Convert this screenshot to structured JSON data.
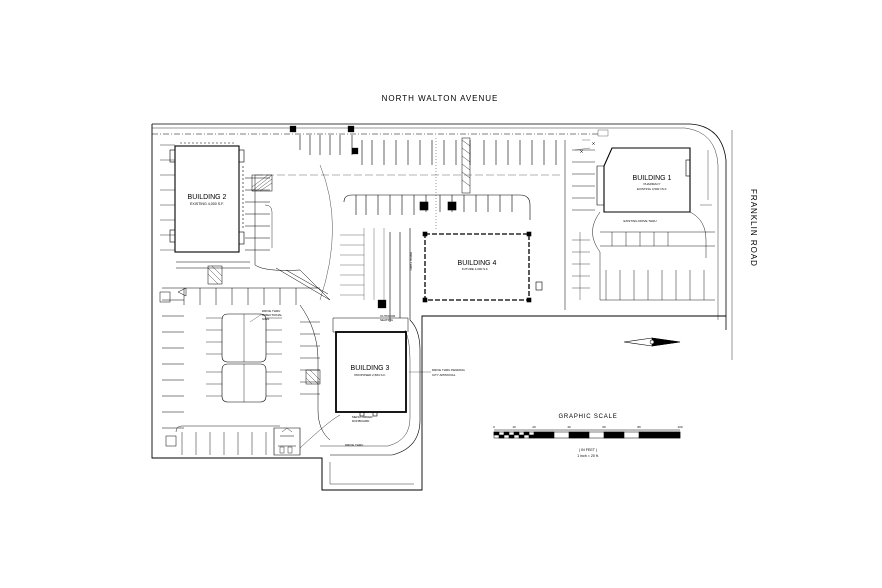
{
  "streets": {
    "north": "NORTH    WALTON    AVENUE",
    "east": "FRANKLIN     ROAD"
  },
  "buildings": [
    {
      "name": "BUILDING 2",
      "sub": "EXISTING   4,000 S.F."
    },
    {
      "name": "BUILDING 1",
      "use": "PHARMACY",
      "sub": "EXISTING 3,500 ±S.F."
    },
    {
      "name": "BUILDING 4",
      "sub": "FUTURE      4,000 S.F."
    },
    {
      "name": "BUILDING 3",
      "sub": "PROPOSED  2,584 S.F."
    }
  ],
  "notes": {
    "existing_drive_thru": "EXISTING DRIVE THRU",
    "drive_thru_sign_1": "DRIVE THRU",
    "drive_thru_sign_2": "DIRECTIONAL",
    "drive_thru_sign_3": "SIGN",
    "outdoor_1": "OUTDOOR",
    "outdoor_2": "SEATING",
    "pending_1": "DRIVE THRU PENDING",
    "pending_2": "CITY APPROVAL",
    "menu_1": "MENU ORDER",
    "menu_2": "DONBOARD",
    "drive_thru_lane": "DRIVE THRU",
    "drive_thru_vertical": "DRIVE THRU"
  },
  "scale": {
    "title": "GRAPHIC   SCALE",
    "ticks": [
      "0",
      "10",
      "20",
      "40",
      "60",
      "80",
      "100"
    ],
    "unit": "( IN FEET )",
    "ratio": "1 inch = 20 ft."
  }
}
